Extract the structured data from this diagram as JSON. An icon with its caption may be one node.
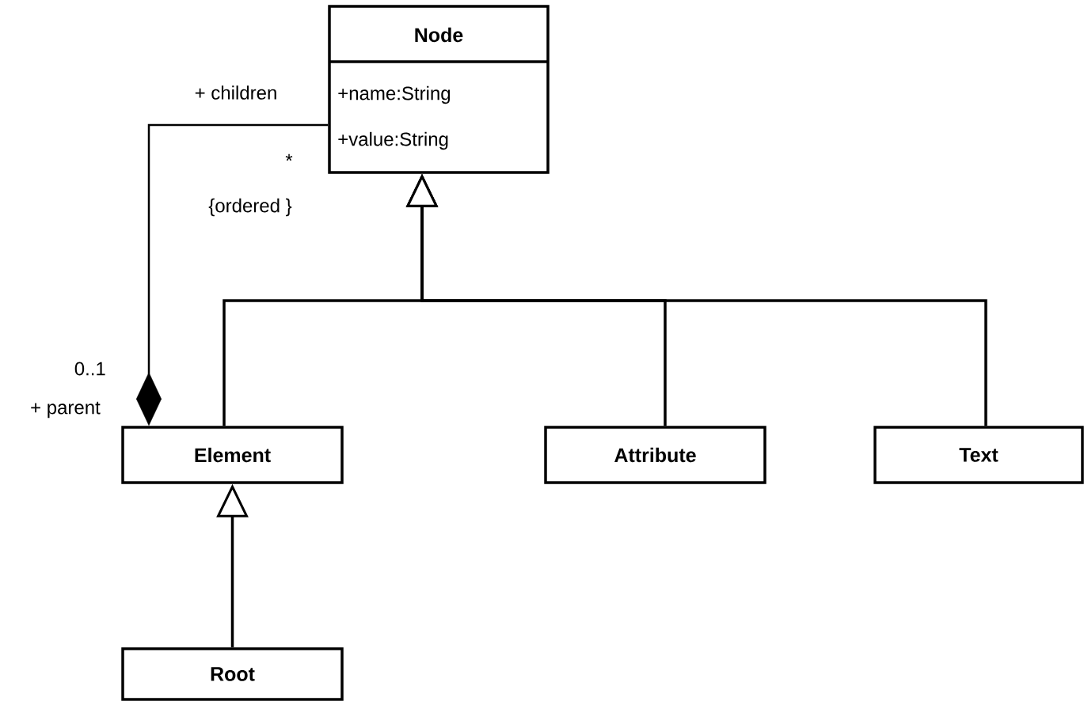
{
  "diagram": {
    "nodes": [
      {
        "text": [
          "Node",
          "+name:String",
          "+value:String"
        ]
      },
      {
        "text": [
          "Element"
        ]
      },
      {
        "text": [
          "Attribute"
        ]
      },
      {
        "text": [
          "Text"
        ]
      },
      {
        "text": [
          "Root"
        ]
      }
    ],
    "edges": [
      {
        "from": 1,
        "to": 0,
        "arrow": "to"
      },
      {
        "from": 2,
        "to": 0,
        "arrow": "to"
      },
      {
        "from": 3,
        "to": 0,
        "arrow": "to"
      },
      {
        "from": 4,
        "to": 1,
        "arrow": "to"
      },
      {
        "from": 0,
        "to": 1,
        "arrow": "other"
      }
    ],
    "labels": [
      "+ children",
      "*",
      "{ordered }",
      "0..1",
      "+ parent"
    ]
  }
}
